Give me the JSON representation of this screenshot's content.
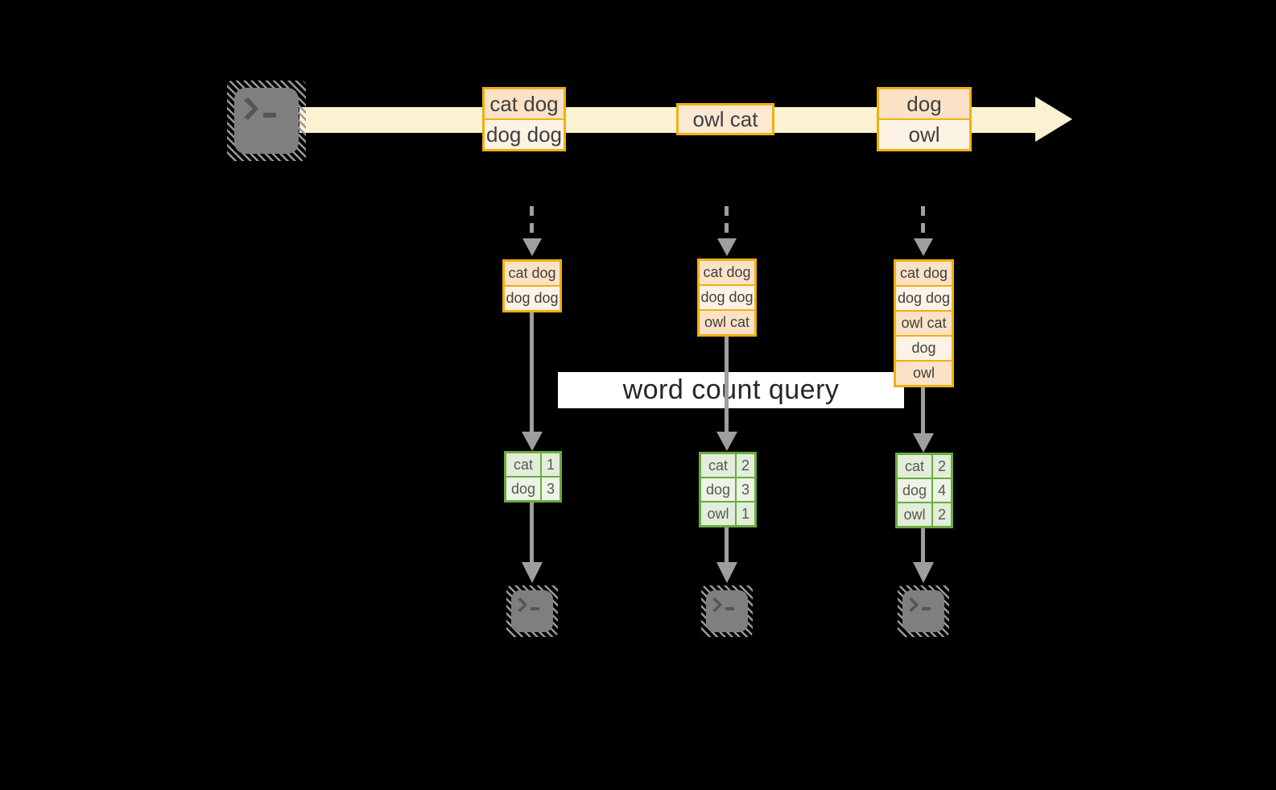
{
  "palette": {
    "bg": "#000000",
    "band": "#fbf2d1",
    "gold": "#f0af13",
    "peach": "#fbe2c6",
    "cream": "#fdf3e4",
    "pale": "#fbe9d3",
    "green": "#6cab40",
    "cellA": "#e2eeda",
    "cellB": "#edf4e6",
    "ink": "#3f3f3f",
    "cellInk": "#575757",
    "gray": "#9e9e9e",
    "hatch": "#999999",
    "termgray": "#7f7f7f",
    "glyph": "#555555",
    "bannerBg": "#ffffff",
    "bannerInk": "#262626"
  },
  "banner": {
    "label": "word count query"
  },
  "timeline": {
    "events": [
      {
        "rows": [
          "cat dog",
          "dog dog"
        ]
      },
      {
        "rows": [
          "owl cat"
        ]
      },
      {
        "rows": [
          "dog",
          "owl"
        ]
      }
    ]
  },
  "columns": [
    {
      "batch": [
        "cat dog",
        "dog dog"
      ],
      "counts": [
        {
          "word": "cat",
          "count": "1"
        },
        {
          "word": "dog",
          "count": "3"
        }
      ]
    },
    {
      "batch": [
        "cat dog",
        "dog dog",
        "owl cat"
      ],
      "counts": [
        {
          "word": "cat",
          "count": "2"
        },
        {
          "word": "dog",
          "count": "3"
        },
        {
          "word": "owl",
          "count": "1"
        }
      ]
    },
    {
      "batch": [
        "cat dog",
        "dog dog",
        "owl cat",
        "dog",
        "owl"
      ],
      "counts": [
        {
          "word": "cat",
          "count": "2"
        },
        {
          "word": "dog",
          "count": "4"
        },
        {
          "word": "owl",
          "count": "2"
        }
      ]
    }
  ]
}
